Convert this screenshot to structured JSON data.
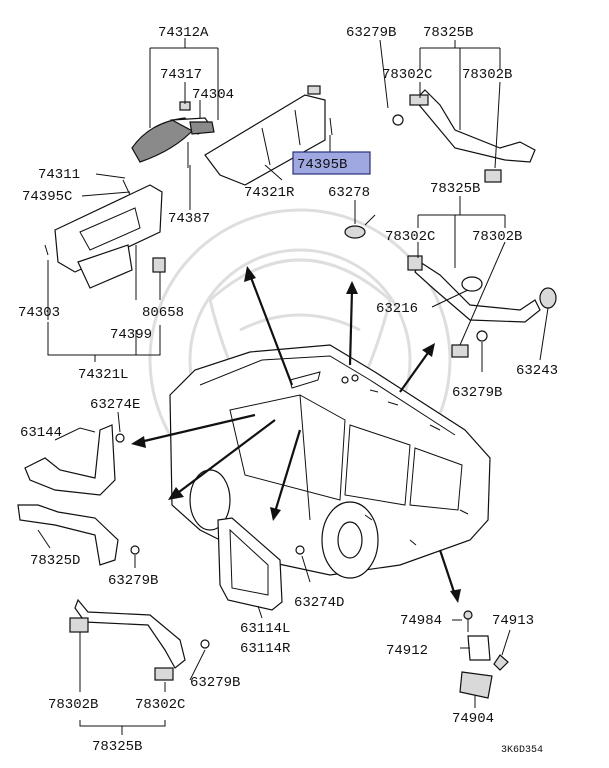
{
  "diagram": {
    "code": "3K6D354",
    "highlighted_part": "74395B",
    "labels": {
      "p74312A": "74312A",
      "p74317": "74317",
      "p74304": "74304",
      "p74311": "74311",
      "p74395C": "74395C",
      "p74387": "74387",
      "p74321R": "74321R",
      "p74395B": "74395B",
      "p63279B_top": "63279B",
      "p78325B_top": "78325B",
      "p78302C_top": "78302C",
      "p78302B_top": "78302B",
      "p63278": "63278",
      "p78325B_mid": "78325B",
      "p78302C_mid": "78302C",
      "p78302B_mid": "78302B",
      "p63216": "63216",
      "p63243": "63243",
      "p63279B_mid": "63279B",
      "p74303": "74303",
      "p80658": "80658",
      "p74399": "74399",
      "p74321L": "74321L",
      "p63274E": "63274E",
      "p63144": "63144",
      "p78325D": "78325D",
      "p63279B_left": "63279B",
      "p63274D": "63274D",
      "p63114L": "63114L",
      "p63114R": "63114R",
      "p74984": "74984",
      "p74913": "74913",
      "p74912": "74912",
      "p74904": "74904",
      "p63279B_bot": "63279B",
      "p78302B_bot": "78302B",
      "p78302C_bot": "78302C",
      "p78325B_bot": "78325B"
    }
  }
}
